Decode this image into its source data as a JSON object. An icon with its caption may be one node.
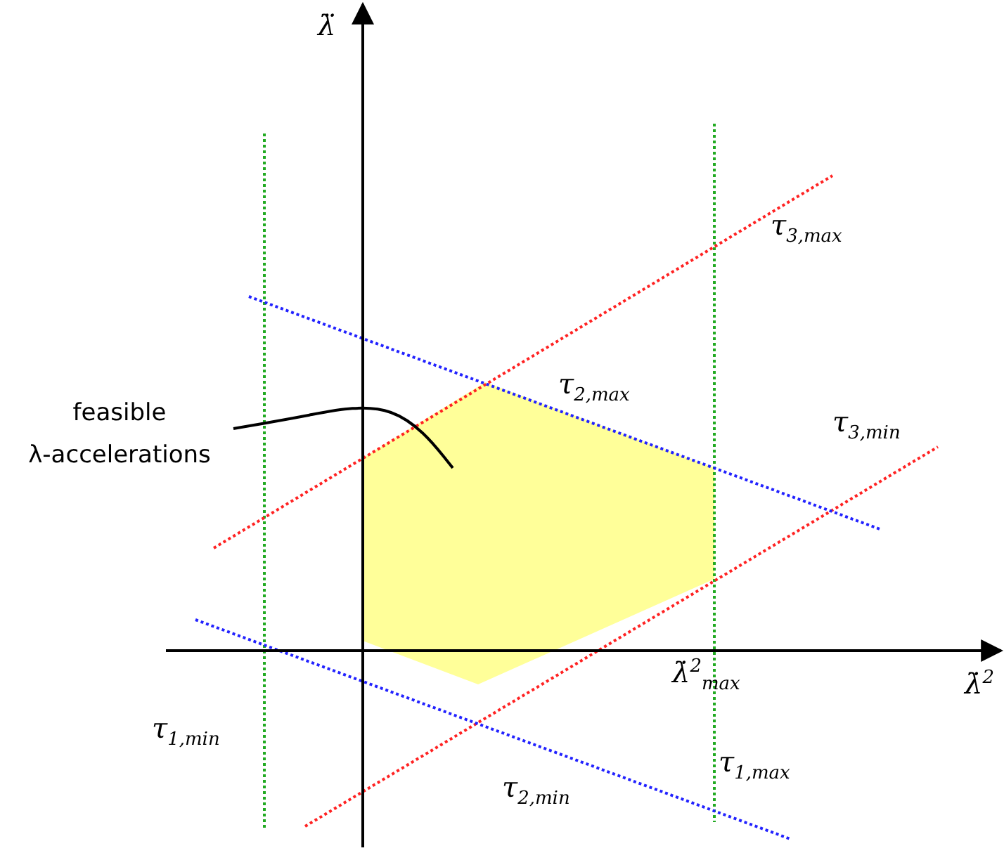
{
  "diagram": {
    "nodes": [
      {
        "text": [
          "feasible λ-accelerations"
        ]
      },
      {
        "text": [],
        "shape": "polygon"
      }
    ],
    "edges": [
      {
        "from": 0,
        "to": 1,
        "arrow": "none"
      }
    ],
    "labels": [
      "λ̈",
      "τ$_{3,max}$",
      "τ$_{2,max}$",
      "τ$_{3,min}$",
      "λ̇$^{2}$$_{max}$",
      "λ̇$^{2}$",
      "τ$_{1,min}$",
      "τ$_{1,max}$",
      "τ$_{2,min}$"
    ]
  }
}
